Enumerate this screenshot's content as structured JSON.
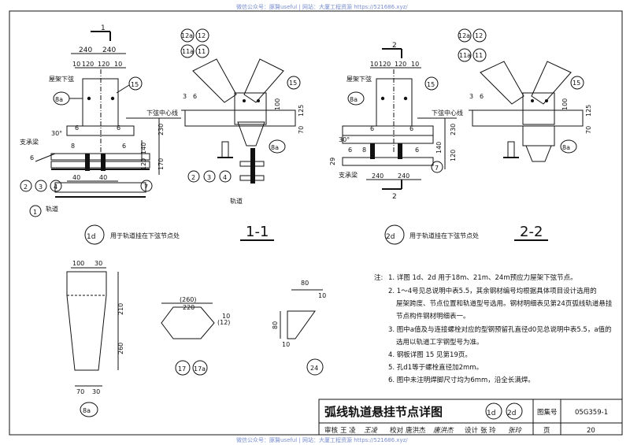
{
  "watermark_top": "微信公众号：豚賢useful | 网站：大厦工程资源 https://521686.xyz/",
  "watermark_bottom": "微信公众号：豚賢useful | 网站：大厦工程资源 https://521686.xyz/",
  "detail_1d": {
    "section_mark": "1",
    "dims_top": [
      "240",
      "10",
      "120",
      "120",
      "10"
    ],
    "labels": [
      "屋架下弦",
      "下弦中心线",
      "支承梁",
      "轨道"
    ],
    "callouts": [
      "15",
      "8a",
      "2",
      "3",
      "4",
      "7",
      "1"
    ],
    "dims_side": [
      "230",
      "140",
      "120",
      "170"
    ],
    "dims_bottom": [
      "40",
      "40"
    ],
    "weld": [
      "6",
      "6",
      "8",
      "6",
      "6",
      "30°"
    ],
    "circle_label": "1d",
    "caption": "用于轨道挂在下弦节点处"
  },
  "section_1_1": {
    "title": "1-1",
    "callouts": [
      "12a",
      "12",
      "11a",
      "11",
      "15",
      "8a",
      "2",
      "3",
      "4"
    ],
    "dims": [
      "100",
      "125",
      "70"
    ],
    "weld": [
      "3",
      "6"
    ],
    "label": "轨道"
  },
  "detail_2d": {
    "section_mark": "2",
    "dims_top": [
      "10",
      "120",
      "120",
      "10"
    ],
    "dims_bottom": [
      "240",
      "240"
    ],
    "dims_side": [
      "230",
      "140",
      "120",
      "29"
    ],
    "callouts": [
      "15",
      "8a",
      "7"
    ],
    "labels": [
      "屋架下弦",
      "下弦中心线",
      "支承梁"
    ],
    "weld": [
      "6",
      "6",
      "6",
      "8",
      "6",
      "30°"
    ],
    "circle_label": "2d",
    "caption": "用于轨道挂在下弦节点处"
  },
  "section_2_2": {
    "title": "2-2",
    "callouts": [
      "12a",
      "12",
      "11a",
      "11",
      "15",
      "8a"
    ],
    "dims": [
      "100",
      "125",
      "70"
    ],
    "weld": [
      "3",
      "6"
    ]
  },
  "part_8a": {
    "dims": [
      "100",
      "30",
      "210",
      "260",
      "70",
      "30"
    ],
    "label": "8a"
  },
  "part_17": {
    "dims": [
      "(260)",
      "220",
      "10",
      "(12)"
    ],
    "label": "17",
    "label_alt": "17a"
  },
  "part_24": {
    "dims": [
      "80",
      "10",
      "80",
      "10"
    ],
    "label": "24"
  },
  "notes": {
    "heading": "注:",
    "items": [
      "1. 详图 1d、2d 用于18m、21m、24m预应力屋架下弦节点。",
      "2. 1～4号见总说明中表5.5，其余钢材编号均根据具体项目设计选用的",
      "屋架跨度、节点位置和轨道型号选用。钢材明细表见第24页弧线轨道悬挂",
      "节点构件钢材明细表一。",
      "3. 图中a值及与连接螺栓对应的型钢预留孔直径d0见总说明中表5.5，a值的",
      "选用以轨道工字钢型号为准。",
      "4. 钢板详图 15 见第19页。",
      "5. 孔d1等于螺栓直径加2mm。",
      "6. 图中未注明焊脚尺寸均为6mm，沿全长满焊。"
    ]
  },
  "title_block": {
    "title": "弧线轨道悬挂节点详图",
    "title_circles": [
      "1d",
      "2d"
    ],
    "atlas_label": "图集号",
    "atlas_no": "05G359-1",
    "review_label": "审核",
    "reviewer": "王 凌",
    "review_sign": "王凌",
    "check_label": "校对",
    "checker": "唐洪杰",
    "check_sign": "唐洪杰",
    "design_label": "设计",
    "designer": "张 玲",
    "design_sign": "张玲",
    "page_label": "页",
    "page_no": "20"
  }
}
